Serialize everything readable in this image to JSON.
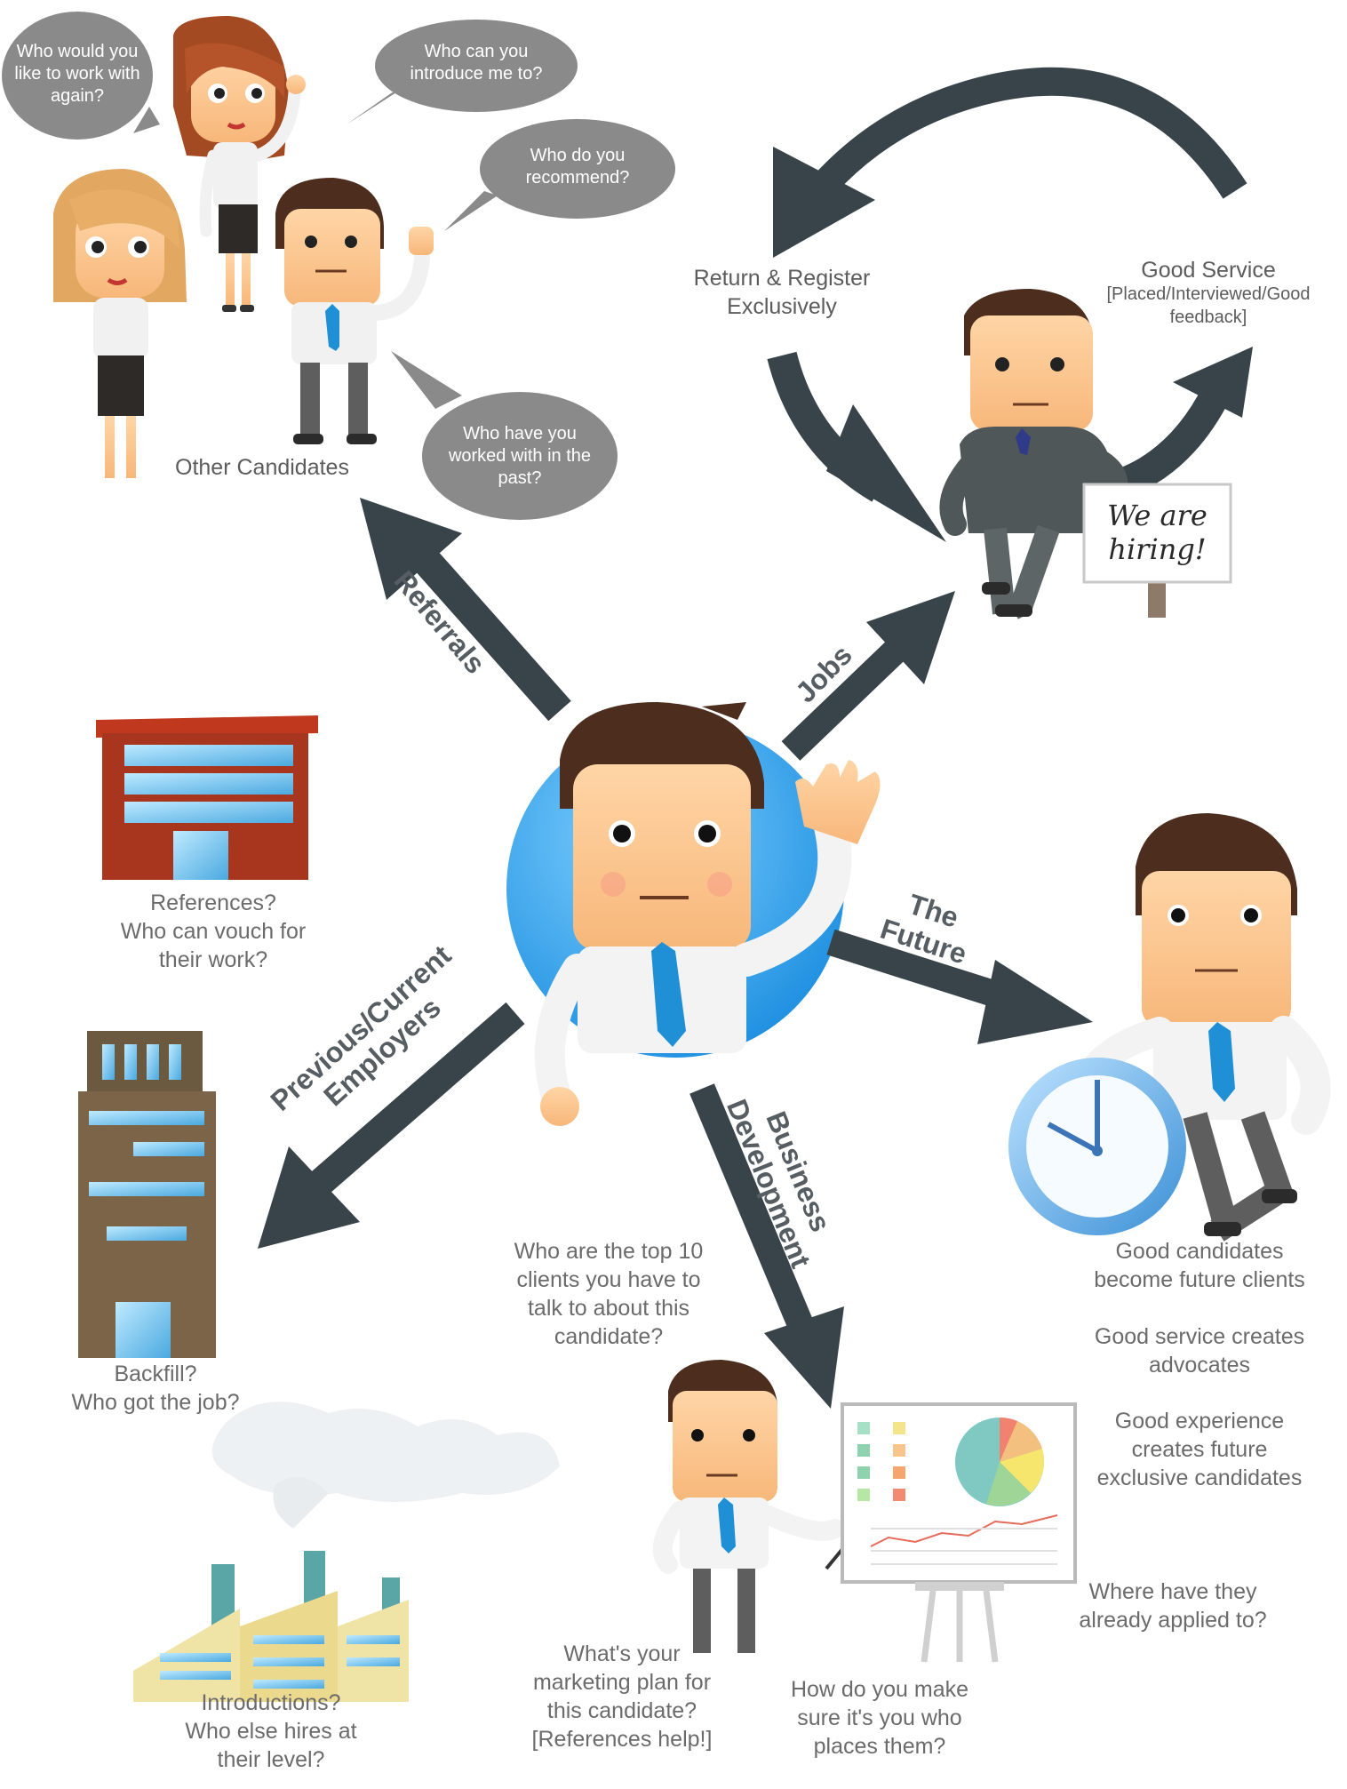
{
  "bubbles": {
    "b1": [
      "Who would you",
      "like to work with",
      "again?"
    ],
    "b2": [
      "Who can you",
      "introduce me to?"
    ],
    "b3": [
      "Who do you",
      "recommend?"
    ],
    "b4": [
      "Who have you",
      "worked with in the",
      "past?"
    ]
  },
  "labels": {
    "other_candidates": "Other Candidates",
    "return_register": [
      "Return & Register",
      "Exclusively"
    ],
    "good_service_title": "Good Service",
    "good_service_detail": [
      "[Placed/Interviewed/Good",
      "feedback]"
    ],
    "sign": [
      "We are",
      "hiring!"
    ],
    "references": [
      "References?",
      "Who can vouch for",
      "their work?"
    ],
    "backfill": [
      "Backfill?",
      "Who got the job?"
    ],
    "introductions": [
      "Introductions?",
      "Who else hires at",
      "their level?"
    ],
    "top_clients": [
      "Who are the top 10",
      "clients you have to",
      "talk to about this",
      "candidate?"
    ],
    "marketing": [
      "What's your",
      "marketing plan for",
      "this candidate?",
      "[References help!]"
    ],
    "make_sure": [
      "How do you make",
      "sure it's you who",
      "places them?"
    ],
    "applied": [
      "Where have they",
      "already applied to?"
    ],
    "future_points": [
      [
        "Good candidates",
        "become future clients"
      ],
      [
        "Good service creates",
        "advocates"
      ],
      [
        "Good experience",
        "creates future",
        "exclusive candidates"
      ]
    ]
  },
  "arrows": {
    "referrals": "Referrals",
    "jobs": "Jobs",
    "future": [
      "The",
      "Future"
    ],
    "employers": [
      "Previous/Current",
      "Employers"
    ],
    "business": [
      "Business",
      "Development"
    ]
  },
  "colors": {
    "arrow": "#38434a",
    "bubble": "#8a8a8a",
    "text": "#6b6b6b",
    "circle": "#3ea7e8",
    "tie": "#1f8fd6"
  }
}
